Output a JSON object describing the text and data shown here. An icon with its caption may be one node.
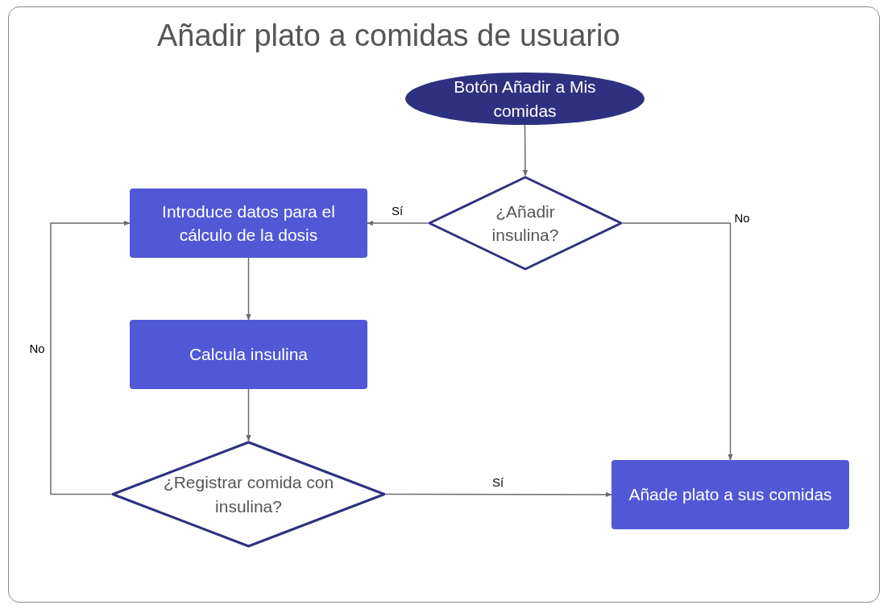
{
  "diagram": {
    "title": "Añadir plato a comidas de usuario",
    "nodes": [
      {
        "text": [
          "Botón Añadir a Mis comidas"
        ]
      },
      {
        "text": [
          "¿Añadir insulina?"
        ]
      },
      {
        "text": [
          "Introduce datos para el cálculo de la dosis"
        ]
      },
      {
        "text": [
          "Calcula insulina"
        ]
      },
      {
        "text": [
          "¿Registrar comida con insulina?"
        ]
      },
      {
        "text": [
          "Añade plato a sus comidas"
        ]
      }
    ],
    "edges": [
      {
        "from": 0,
        "to": 1,
        "arrow": "to"
      },
      {
        "from": 1,
        "to": 2,
        "arrow": "to",
        "label": "Sí"
      },
      {
        "from": 1,
        "to": 5,
        "arrow": "to",
        "label": "No"
      },
      {
        "from": 2,
        "to": 3,
        "arrow": "to"
      },
      {
        "from": 3,
        "to": 4,
        "arrow": "to"
      },
      {
        "from": 4,
        "to": 2,
        "arrow": "to",
        "label": "No"
      },
      {
        "from": 4,
        "to": 5,
        "arrow": "to",
        "label": "Sí"
      }
    ]
  }
}
